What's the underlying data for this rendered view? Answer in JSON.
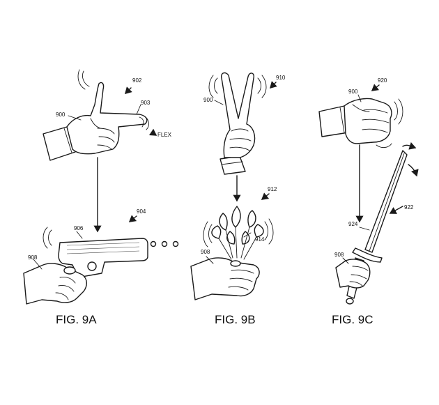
{
  "figures": [
    {
      "caption": "FIG. 9A",
      "labels": {
        "gesture": "902",
        "hand": "900",
        "finger": "903",
        "flex": "FLEX",
        "object": "904",
        "object_part": "906",
        "user_hand": "908"
      }
    },
    {
      "caption": "FIG. 9B",
      "labels": {
        "gesture": "910",
        "hand": "900",
        "object": "912",
        "object_part": "914",
        "user_hand": "908"
      }
    },
    {
      "caption": "FIG. 9C",
      "labels": {
        "gesture": "920",
        "hand": "900",
        "object": "922",
        "object_part": "924",
        "user_hand": "908"
      }
    }
  ]
}
